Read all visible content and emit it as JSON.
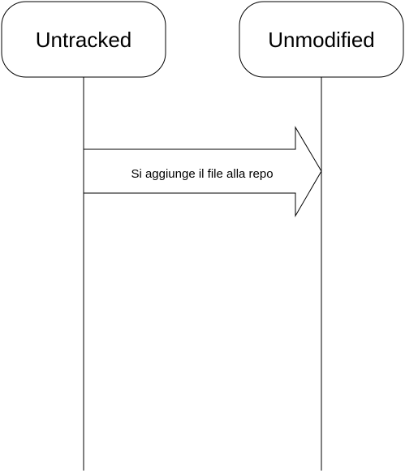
{
  "participants": [
    {
      "id": "untracked",
      "label": "Untracked"
    },
    {
      "id": "unmodified",
      "label": "Unmodified"
    }
  ],
  "messages": [
    {
      "from": "untracked",
      "to": "unmodified",
      "label": "Si aggiunge il file alla repo"
    }
  ],
  "colors": {
    "stroke": "#000000",
    "fill": "#ffffff",
    "text": "#000000"
  }
}
